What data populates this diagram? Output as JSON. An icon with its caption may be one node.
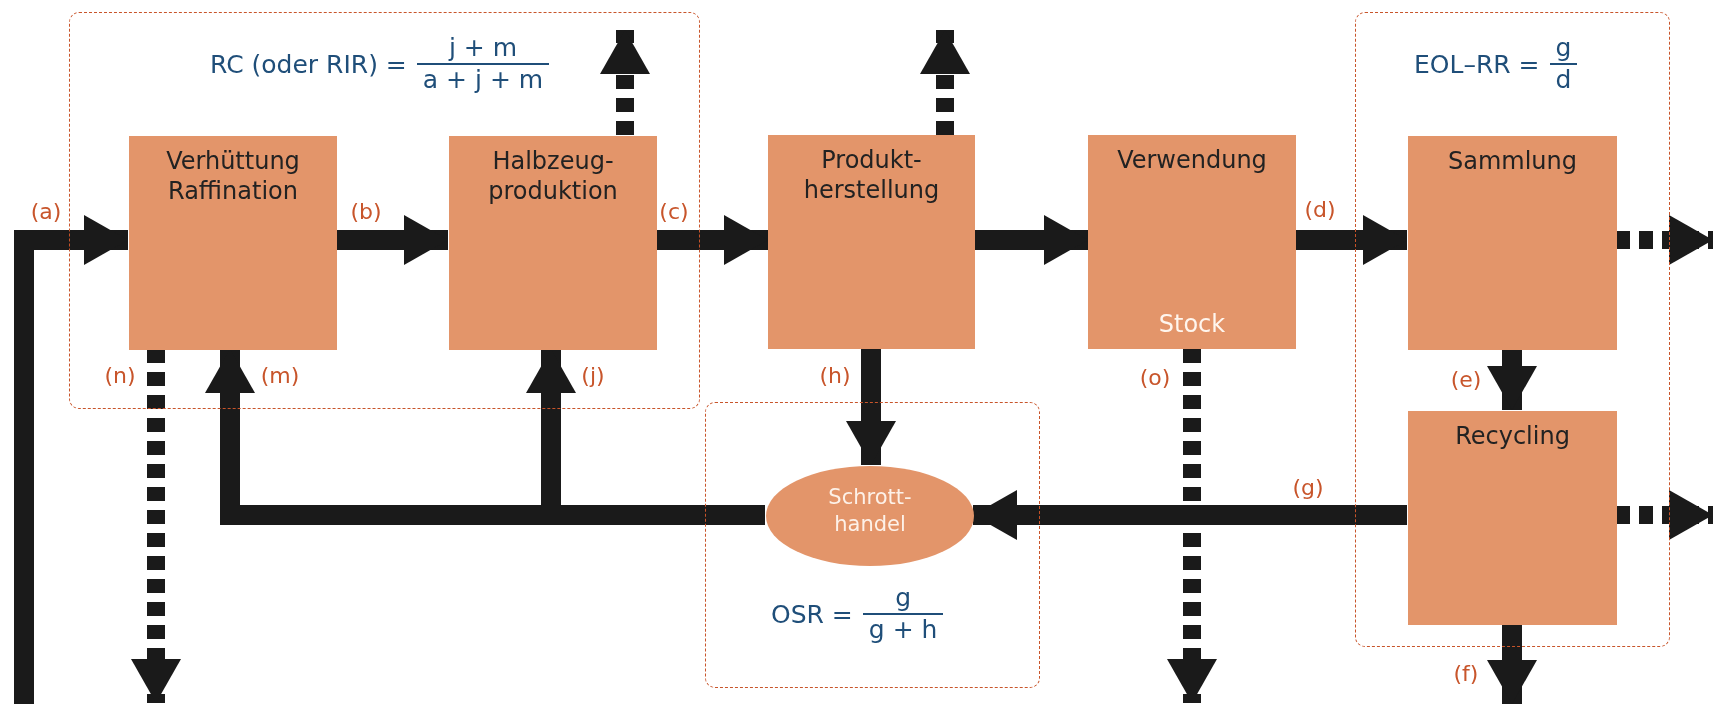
{
  "diagram": {
    "nodes": [
      {
        "text": [
          "RC (oder RIR) =",
          "j + m",
          "a + j + m"
        ]
      },
      {
        "text": [
          "Verhüttung Raffination"
        ],
        "in": 0
      },
      {
        "text": [
          "Halbzeug- produktion"
        ],
        "in": 0
      },
      {
        "text": [
          "Produkt- herstellung"
        ]
      },
      {
        "text": [
          "Verwendung",
          "Stock"
        ]
      },
      {
        "text": [
          "EOL–RR =",
          "g",
          "d"
        ]
      },
      {
        "text": [
          "Sammlung"
        ],
        "in": 5
      },
      {
        "text": [
          "Recycling"
        ],
        "in": 5
      },
      {
        "text": [
          "OSR =",
          "g",
          "g + h"
        ]
      },
      {
        "text": [
          "Schrott- handel"
        ],
        "in": 8
      }
    ],
    "edges": [
      {
        "from": null,
        "to": 1,
        "arrow": "to",
        "label": "(a)"
      },
      {
        "from": 1,
        "to": 2,
        "arrow": "to",
        "label": "(b)"
      },
      {
        "from": 2,
        "to": 3,
        "arrow": "to",
        "label": "(c)"
      },
      {
        "from": 3,
        "to": 4,
        "arrow": "to"
      },
      {
        "from": 4,
        "to": 6,
        "arrow": "to",
        "label": "(d)"
      },
      {
        "from": 6,
        "to": 7,
        "arrow": "to",
        "label": "(e)"
      },
      {
        "from": 7,
        "to": null,
        "arrow": "to",
        "label": "(f)"
      },
      {
        "from": 7,
        "to": 9,
        "arrow": "to",
        "label": "(g)"
      },
      {
        "from": 3,
        "to": 9,
        "arrow": "to",
        "label": "(h)"
      },
      {
        "from": 9,
        "to": 1,
        "arrow": "to",
        "label": "(m)"
      },
      {
        "from": 9,
        "to": 2,
        "arrow": "to",
        "label": "(j)"
      },
      {
        "from": 1,
        "to": null,
        "arrow": "to",
        "label": "(n)",
        "style": "dashed"
      },
      {
        "from": 4,
        "to": null,
        "arrow": "to",
        "label": "(o)",
        "style": "dashed"
      },
      {
        "from": 2,
        "to": null,
        "arrow": "to",
        "style": "dashed"
      },
      {
        "from": 3,
        "to": null,
        "arrow": "to",
        "style": "dashed"
      },
      {
        "from": 6,
        "to": null,
        "arrow": "to",
        "style": "dashed"
      },
      {
        "from": 7,
        "to": null,
        "arrow": "to",
        "style": "dashed"
      }
    ]
  }
}
